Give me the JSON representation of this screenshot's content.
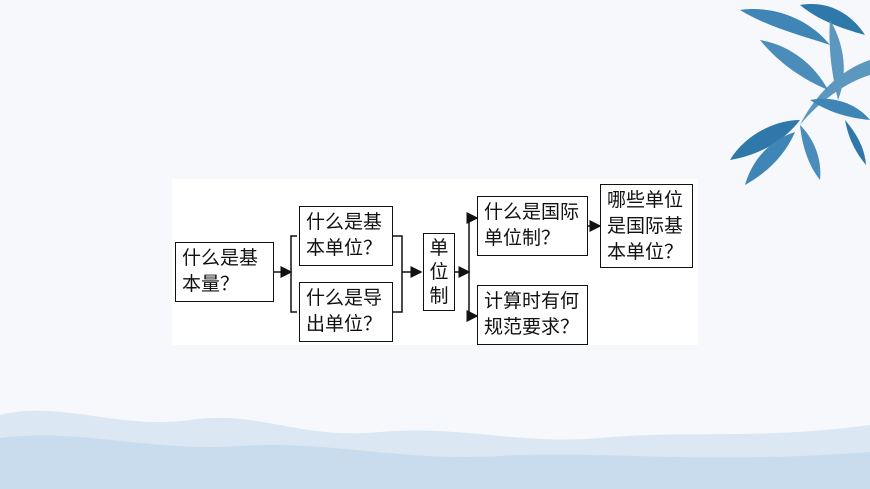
{
  "nodes": {
    "basic_quantity": {
      "line1": "什么是基",
      "line2": "本量？"
    },
    "base_unit": {
      "line1": "什么是基",
      "line2": "本单位？"
    },
    "derived_unit": {
      "line1": "什么是导",
      "line2": "出单位？"
    },
    "unit_system": {
      "chars": [
        "单",
        "位",
        "制"
      ]
    },
    "si_system": {
      "line1": "什么是国际",
      "line2": "单位制？"
    },
    "si_base_units": {
      "line1": "哪些单位",
      "line2": "是国际基",
      "line3": "本单位？"
    },
    "calc_requirements": {
      "line1": "计算时有何",
      "line2": "规范要求？"
    }
  },
  "colors": {
    "background": "#f6f8fb",
    "panel": "#ffffff",
    "line": "#111111",
    "bamboo": "#3f86b6",
    "wave": "#c9dcee"
  },
  "decor_icons": [
    "bamboo-leaves-icon",
    "wave-decoration"
  ]
}
